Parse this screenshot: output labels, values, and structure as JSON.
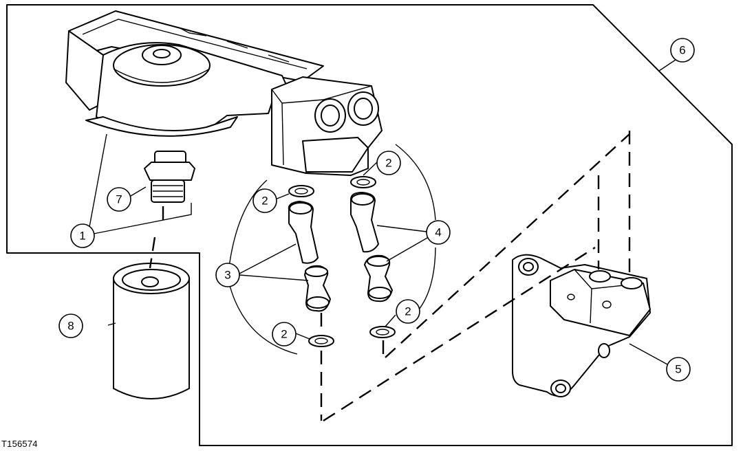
{
  "figure_id": "T156574",
  "callouts": [
    {
      "label": "1"
    },
    {
      "label": "2"
    },
    {
      "label": "2"
    },
    {
      "label": "2"
    },
    {
      "label": "2"
    },
    {
      "label": "3"
    },
    {
      "label": "4"
    },
    {
      "label": "5"
    },
    {
      "label": "6"
    },
    {
      "label": "7"
    },
    {
      "label": "8"
    }
  ]
}
